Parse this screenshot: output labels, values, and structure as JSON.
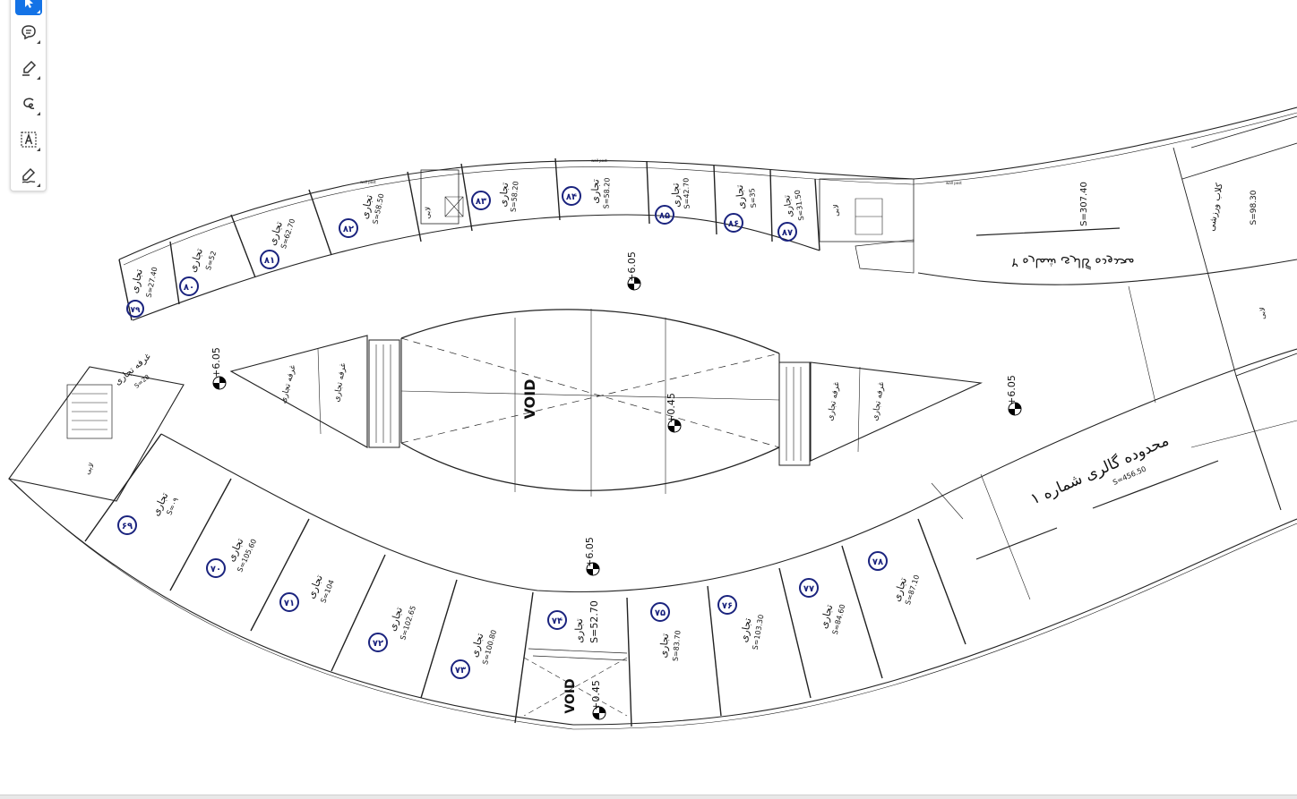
{
  "toolbar": {
    "tools": [
      {
        "name": "select-tool",
        "icon": "cursor-icon",
        "active": true
      },
      {
        "name": "comment-tool",
        "icon": "comment-icon"
      },
      {
        "name": "highlight-tool",
        "icon": "highlighter-icon"
      },
      {
        "name": "draw-tool",
        "icon": "freehand-icon"
      },
      {
        "name": "text-box-tool",
        "icon": "text-box-icon"
      },
      {
        "name": "sign-tool",
        "icon": "sign-icon"
      }
    ],
    "active_color": "#1473e6"
  },
  "plan": {
    "void_center": "VOID",
    "void_small": "VOID",
    "elevations": {
      "e_top": "+6.05",
      "e_left": "+6.05",
      "e_right": "+6.05",
      "e_bottom": "+6.05",
      "e_center": "+0.45",
      "e_void": "+0.45"
    },
    "shops": [
      {
        "id": "u69",
        "num": "۶۹",
        "name": "تجاری",
        "area": "S=۰۹"
      },
      {
        "id": "u70",
        "num": "۷۰",
        "name": "تجاری",
        "area": "S=105.60"
      },
      {
        "id": "u71",
        "num": "۷۱",
        "name": "تجاری",
        "area": "S=104"
      },
      {
        "id": "u72",
        "num": "۷۲",
        "name": "تجاری",
        "area": "S=102.65"
      },
      {
        "id": "u73",
        "num": "۷۳",
        "name": "تجاری",
        "area": "S=100.80"
      },
      {
        "id": "u74",
        "num": "۷۴",
        "name": "تجاری",
        "area": "S=52.70"
      },
      {
        "id": "u75",
        "num": "۷۵",
        "name": "تجاری",
        "area": "S=83.70"
      },
      {
        "id": "u76",
        "num": "۷۶",
        "name": "تجاری",
        "area": "S=103.30"
      },
      {
        "id": "u77",
        "num": "۷۷",
        "name": "تجاری",
        "area": "S=84.60"
      },
      {
        "id": "u78",
        "num": "۷۸",
        "name": "تجاری",
        "area": "S=87.10"
      },
      {
        "id": "u79",
        "num": "۷۹",
        "name": "تجاری",
        "area": "S=27.40"
      },
      {
        "id": "u80",
        "num": "۸۰",
        "name": "تجاری",
        "area": "S=52"
      },
      {
        "id": "u81",
        "num": "۸۱",
        "name": "تجاری",
        "area": "S=62.70"
      },
      {
        "id": "u82",
        "num": "۸۲",
        "name": "تجاری",
        "area": "S=58.50"
      },
      {
        "id": "u83",
        "num": "۸۳",
        "name": "تجاری",
        "area": "S=58.20"
      },
      {
        "id": "u84",
        "num": "۸۴",
        "name": "تجاری",
        "area": "S=58.20"
      },
      {
        "id": "u85",
        "num": "۸۵",
        "name": "تجاری",
        "area": "S=42.70"
      },
      {
        "id": "u86",
        "num": "۸۶",
        "name": "تجاری",
        "area": "S=35"
      },
      {
        "id": "u87",
        "num": "۸۷",
        "name": "تجاری",
        "area": "S=31.50"
      }
    ],
    "gallery_label": "محدوده گالری شماره ۱",
    "gallery_area": "S=456.50",
    "north_label": "S=307.40",
    "north_mirror": "محدوده گالری شماره ۲",
    "sport_label": "کلاب ورزشی",
    "sport_area": "S=98.30",
    "lobby": "لابی",
    "bar_commercial": "غرفه تجاری",
    "small_area": "S=28",
    "wall_post": "wall post"
  }
}
